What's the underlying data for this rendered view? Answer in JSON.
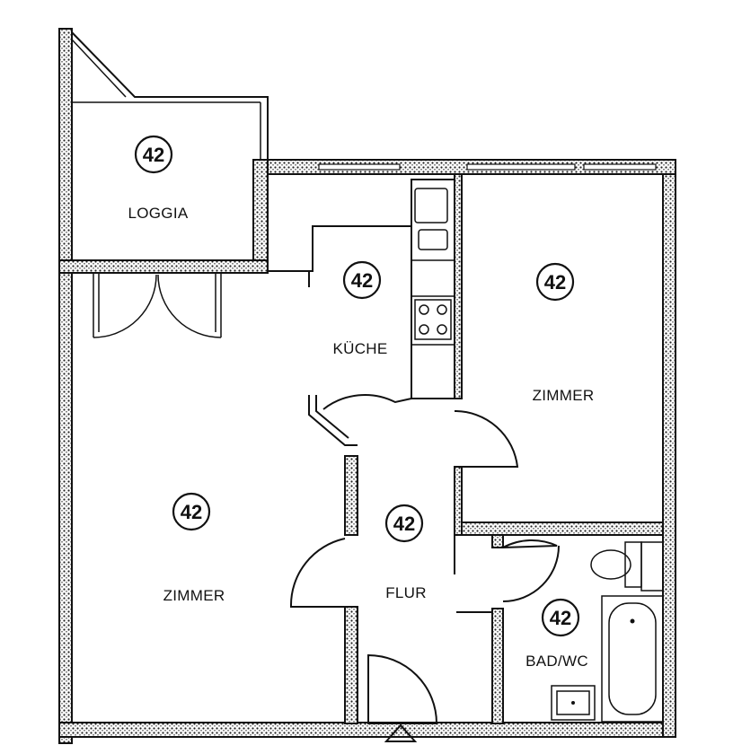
{
  "rooms": [
    {
      "key": "loggia",
      "number": "42",
      "name": "LOGGIA"
    },
    {
      "key": "kueche",
      "number": "42",
      "name": "KÜCHE"
    },
    {
      "key": "zimmer_right",
      "number": "42",
      "name": "ZIMMER"
    },
    {
      "key": "zimmer_left",
      "number": "42",
      "name": "ZIMMER"
    },
    {
      "key": "flur",
      "number": "42",
      "name": "FLUR"
    },
    {
      "key": "bad_wc",
      "number": "42",
      "name": "BAD/WC"
    }
  ]
}
